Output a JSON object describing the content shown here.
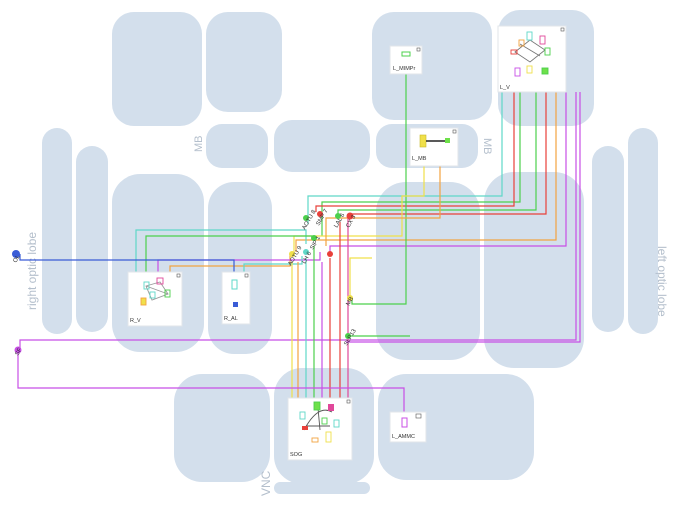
{
  "region_labels": {
    "mb_left": "MB",
    "mb_right": "MB",
    "right_optic_lobe": "right optic lobe",
    "left_optic_lobe": "left optic lobe",
    "vnc": "VNC"
  },
  "modules": {
    "l_mimpr": "L_MIMPr",
    "l_v": "L_V",
    "l_mb": "L_MB",
    "r_v": "R_V",
    "r_al": "R_AL",
    "sog": "SOG",
    "l_ammc": "L_AMMC"
  },
  "connectors": {
    "c1": "OL",
    "c2": "SF",
    "c3": "MB",
    "c4": "SLP13",
    "n1": "AOTU 9",
    "n2": "LH 6",
    "n3": "SMP 7",
    "n4": "CX 3",
    "n5": "AOTU 8",
    "n6": "SIP 1",
    "n7": "LAL 6"
  },
  "colors": {
    "region_fill": "#d3dfec",
    "region_label": "#b4bfcc",
    "cyan": "#5fd8c8",
    "green": "#4cd04c",
    "red": "#e8403a",
    "orange": "#f2a341",
    "yellow": "#f0e04a",
    "purple": "#c84fe6",
    "blue": "#3a5cd6",
    "magenta": "#e0489a"
  }
}
